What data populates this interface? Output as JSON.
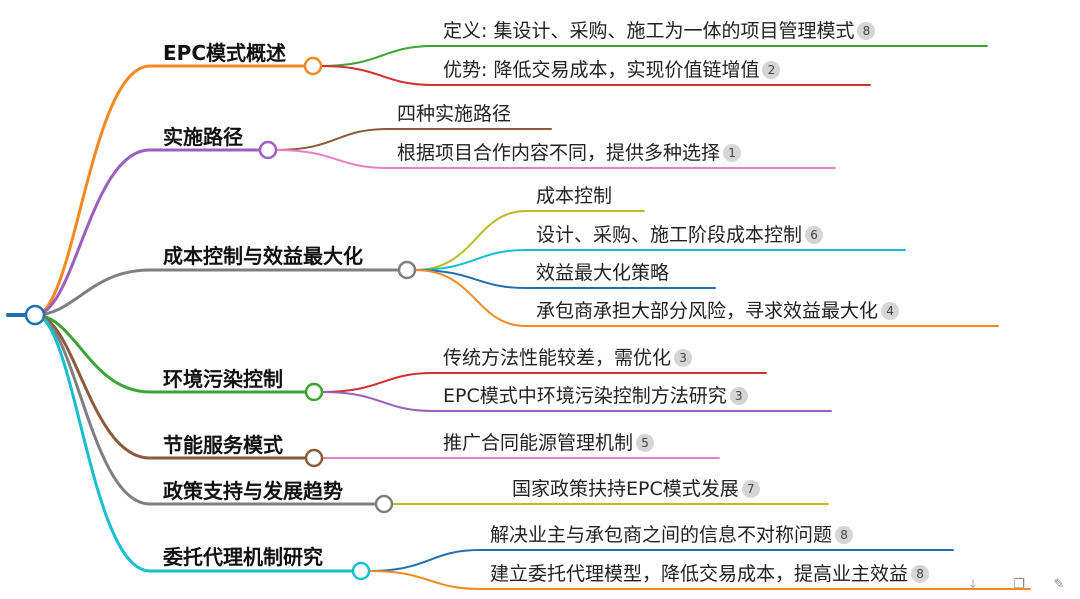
{
  "mindmap": {
    "branches": [
      {
        "label": "EPC模式概述",
        "color": "#f5891f",
        "children": [
          {
            "text": "定义: 集设计、采购、施工为一体的项目管理模式",
            "count": "8",
            "color": "#3aa535"
          },
          {
            "text": "优势: 降低交易成本，实现价值链增值",
            "count": "2",
            "color": "#d03030"
          }
        ]
      },
      {
        "label": "实施路径",
        "color": "#9b5fc0",
        "children": [
          {
            "text": "四种实施路径",
            "count": "",
            "color": "#8b5a3c"
          },
          {
            "text": "根据项目合作内容不同，提供多种选择",
            "count": "1",
            "color": "#e97fc4"
          }
        ]
      },
      {
        "label": "成本控制与效益最大化",
        "color": "#7f7f7f",
        "children": [
          {
            "text": "成本控制",
            "count": "",
            "color": "#bcbd22"
          },
          {
            "text": "设计、采购、施工阶段成本控制",
            "count": "6",
            "color": "#17becf"
          },
          {
            "text": "效益最大化策略",
            "count": "",
            "color": "#1f6fb0"
          },
          {
            "text": "承包商承担大部分风险，寻求效益最大化",
            "count": "4",
            "color": "#f5891f"
          }
        ]
      },
      {
        "label": "环境污染控制",
        "color": "#3aa535",
        "children": [
          {
            "text": "传统方法性能较差，需优化",
            "count": "3",
            "color": "#d03030"
          },
          {
            "text": "EPC模式中环境污染控制方法研究",
            "count": "3",
            "color": "#9b5fc0"
          }
        ]
      },
      {
        "label": "节能服务模式",
        "color": "#8b5a3c",
        "children": [
          {
            "text": "推广合同能源管理机制",
            "count": "5",
            "color": "#e97fc4"
          }
        ]
      },
      {
        "label": "政策支持与发展趋势",
        "color": "#7f7f7f",
        "children": [
          {
            "text": "国家政策扶持EPC模式发展",
            "count": "7",
            "color": "#bcbd22"
          }
        ]
      },
      {
        "label": "委托代理机制研究",
        "color": "#17becf",
        "children": [
          {
            "text": "解决业主与承包商之间的信息不对称问题",
            "count": "8",
            "color": "#1f6fb0"
          },
          {
            "text": "建立委托代理模型，降低交易成本，提高业主效益",
            "count": "8",
            "color": "#f5891f"
          }
        ]
      }
    ]
  },
  "toolbar": {
    "download_icon": "download-icon",
    "copy_icon": "copy-icon",
    "edit_icon": "edit-icon"
  }
}
